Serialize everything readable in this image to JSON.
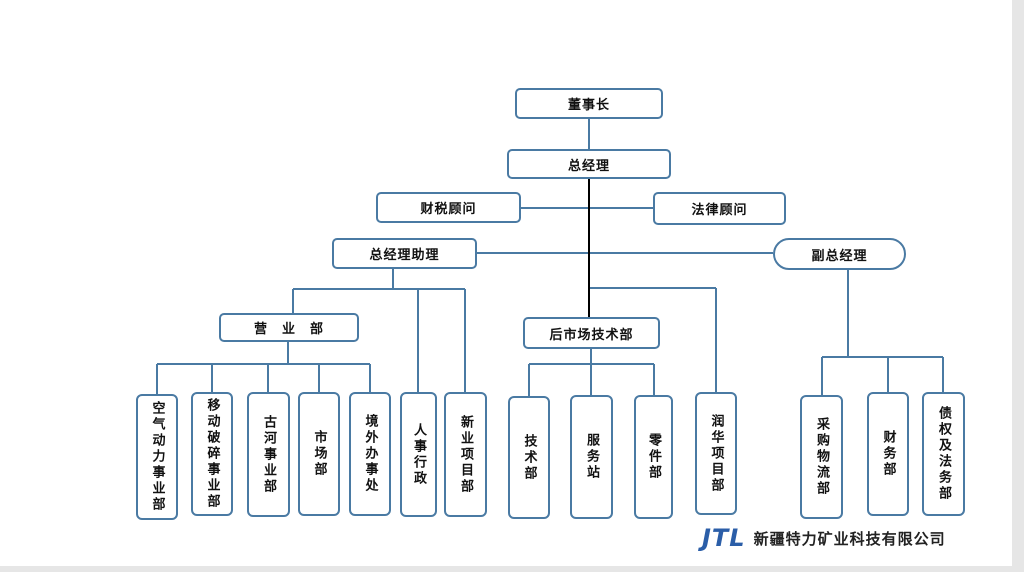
{
  "org_chart": {
    "chairman": "董事长",
    "general_manager": "总经理",
    "tax_advisor": "财税顾问",
    "legal_advisor": "法律顾问",
    "gm_assistant": "总经理助理",
    "deputy_gm": "副总经理",
    "sales_dept": "营　业　部",
    "aftermarket_dept": "后市场技术部",
    "sales_units": [
      "空气动力事业部",
      "移动破碎事业部",
      "古河事业部",
      "市场部",
      "境外办事处"
    ],
    "admin_units": [
      "人事行政",
      "新业项目部"
    ],
    "aftermarket_units": [
      "技术部",
      "服务站",
      "零件部"
    ],
    "runhua_project": "润华项目部",
    "deputy_units": [
      "采购物流部",
      "财务部",
      "债权及法务部"
    ]
  },
  "brand": {
    "logo_mark": "JTL",
    "company_name": "新疆特力矿业科技有限公司"
  },
  "colors": {
    "line": "#4a7aa3",
    "trunk": "#000000",
    "logo": "#2b5ea8"
  }
}
